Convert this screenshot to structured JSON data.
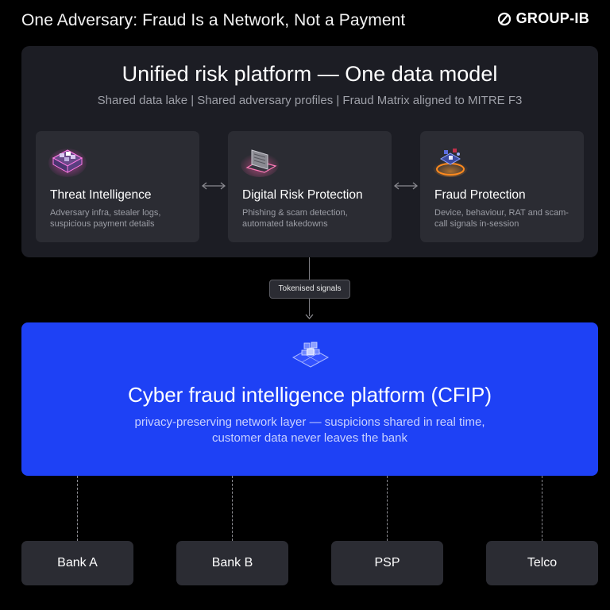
{
  "header": {
    "title": "One Adversary: Fraud Is a Network, Not a Payment",
    "logo_text": "GROUP-IB"
  },
  "platform": {
    "title": "Unified risk platform — One data model",
    "subtitle": "Shared data lake | Shared adversary profiles | Fraud Matrix aligned to MITRE F3",
    "cards": [
      {
        "title": "Threat Intelligence",
        "description": "Adversary infra, stealer logs, suspicious payment details",
        "icon": "cube-grid-icon"
      },
      {
        "title": "Digital Risk Protection",
        "description": "Phishing & scam detection, automated takedowns",
        "icon": "device-panel-icon"
      },
      {
        "title": "Fraud Protection",
        "description": "Device, behaviour, RAT and scam-call signals in-session",
        "icon": "network-ring-icon"
      }
    ]
  },
  "connector": {
    "label": "Tokenised signals"
  },
  "cfip": {
    "title": "Cyber fraud intelligence platform (CFIP)",
    "subtitle_line1": "privacy-preserving network layer — suspicions shared in real time,",
    "subtitle_line2": "customer data never leaves the bank",
    "icon": "network-cube-icon"
  },
  "participants": [
    "Bank A",
    "Bank B",
    "PSP",
    "Telco"
  ],
  "colors": {
    "background": "#000000",
    "panel": "#1c1d24",
    "card": "#2b2c33",
    "cfip_blue": "#1e41f5"
  }
}
